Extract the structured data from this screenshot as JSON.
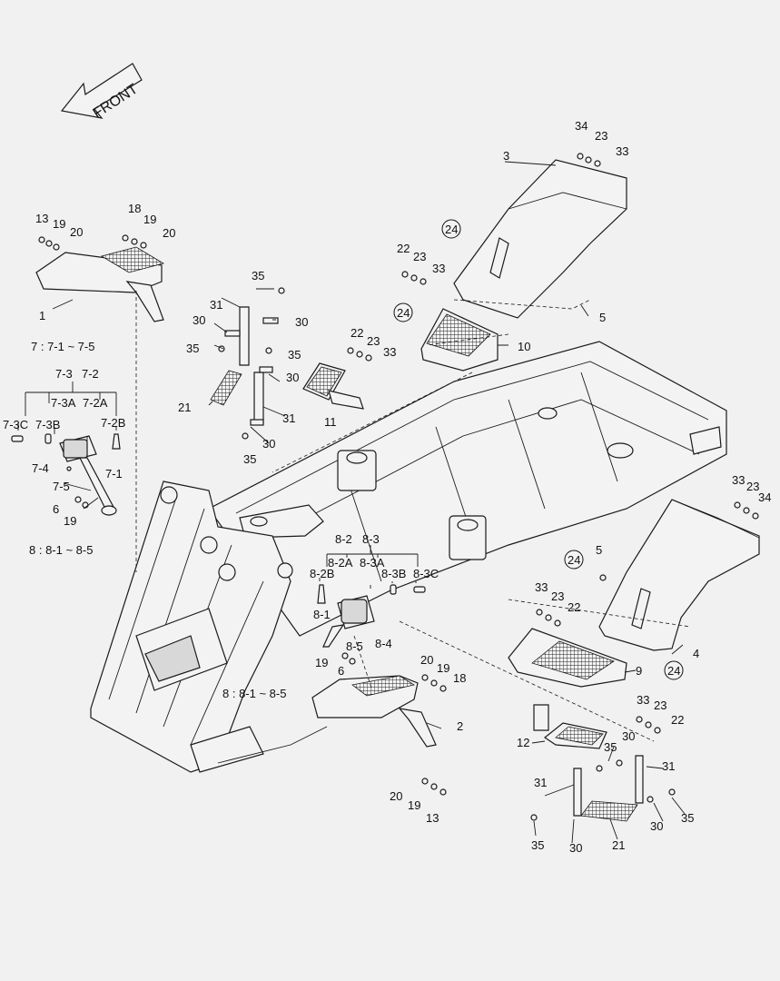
{
  "diagram": {
    "front_label": "FRONT",
    "group_captions": {
      "group7": "7 : 7-1 ~ 7-5",
      "group8_left": "8 : 8-1 ~ 8-5",
      "group8_center": "8 : 8-1 ~ 8-5"
    },
    "callouts": {
      "c1": "1",
      "c2": "2",
      "c3": "3",
      "c4": "4",
      "c5a": "5",
      "c5b": "5",
      "c6a": "6",
      "c6b": "6",
      "c9": "9",
      "c10": "10",
      "c11": "11",
      "c12": "12",
      "c13a": "13",
      "c13b": "13",
      "c18a": "18",
      "c18b": "18",
      "c19a": "19",
      "c19b": "19",
      "c19c": "19",
      "c19d": "19",
      "c19e": "19",
      "c19f": "19",
      "c20a": "20",
      "c20b": "20",
      "c20c": "20",
      "c20d": "20",
      "c21a": "21",
      "c21b": "21",
      "c22a": "22",
      "c22b": "22",
      "c22c": "22",
      "c22d": "22",
      "c23a": "23",
      "c23b": "23",
      "c23c": "23",
      "c23d": "23",
      "c23e": "23",
      "c23f": "23",
      "c24a": "24",
      "c24b": "24",
      "c24c": "24",
      "c24d": "24",
      "c30a": "30",
      "c30b": "30",
      "c30c": "30",
      "c30d": "30",
      "c30e": "30",
      "c30f": "30",
      "c30g": "30",
      "c31a": "31",
      "c31b": "31",
      "c31c": "31",
      "c31d": "31",
      "c33a": "33",
      "c33b": "33",
      "c33c": "33",
      "c33d": "33",
      "c33e": "33",
      "c33f": "33",
      "c34a": "34",
      "c34b": "34",
      "c35a": "35",
      "c35b": "35",
      "c35c": "35",
      "c35d": "35",
      "c35e": "35",
      "c35f": "35",
      "c35g": "35",
      "c7_1": "7-1",
      "c7_2": "7-2",
      "c7_2A": "7-2A",
      "c7_2B": "7-2B",
      "c7_3": "7-3",
      "c7_3A": "7-3A",
      "c7_3B": "7-3B",
      "c7_3C": "7-3C",
      "c7_4": "7-4",
      "c7_5": "7-5",
      "c8_1": "8-1",
      "c8_2": "8-2",
      "c8_2A": "8-2A",
      "c8_2B": "8-2B",
      "c8_3": "8-3",
      "c8_3A": "8-3A",
      "c8_3B": "8-3B",
      "c8_3C": "8-3C",
      "c8_4": "8-4",
      "c8_5": "8-5"
    }
  }
}
